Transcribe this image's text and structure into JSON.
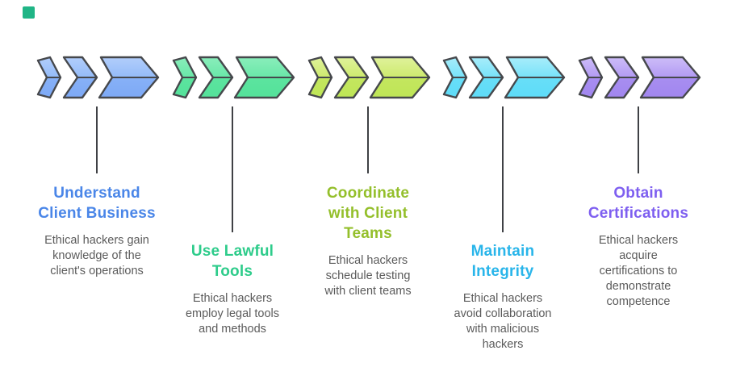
{
  "page": {
    "background": "#ffffff",
    "brand_mark_color": "#20b586",
    "connector_color": "#3f4145",
    "body_text_color": "#5b5b5b"
  },
  "steps": [
    {
      "title": "Understand\nClient Business",
      "description": "Ethical hackers gain\nknowledge of the\nclient's operations",
      "title_color": "#4a86e8",
      "chevron_fill_top": "#b2cefb",
      "chevron_fill_mid_top": "#94bbf8",
      "chevron_fill_mid_bottom": "#87b1f7",
      "chevron_fill_bottom": "#7da9f6",
      "chevron_stroke": "#46484c",
      "position": "high"
    },
    {
      "title": "Use Lawful\nTools",
      "description": "Ethical hackers\nemploy legal tools\nand methods",
      "title_color": "#2ecc8b",
      "chevron_fill_top": "#8aeebb",
      "chevron_fill_mid_top": "#69e7a8",
      "chevron_fill_mid_bottom": "#5ce49f",
      "chevron_fill_bottom": "#54e29a",
      "chevron_stroke": "#46484c",
      "position": "low"
    },
    {
      "title": "Coordinate\nwith Client\nTeams",
      "description": "Ethical hackers\nschedule testing\nwith client teams",
      "title_color": "#94bf2b",
      "chevron_fill_top": "#e0f29b",
      "chevron_fill_mid_top": "#cdea6e",
      "chevron_fill_mid_bottom": "#c4e75f",
      "chevron_fill_bottom": "#bee556",
      "chevron_stroke": "#46484c",
      "position": "high"
    },
    {
      "title": "Maintain\nIntegrity",
      "description": "Ethical hackers\navoid collaboration\nwith malicious\nhackers",
      "title_color": "#29b5ea",
      "chevron_fill_top": "#a8edfb",
      "chevron_fill_mid_top": "#77e2f9",
      "chevron_fill_mid_bottom": "#68def8",
      "chevron_fill_bottom": "#5edcf8",
      "chevron_stroke": "#46484c",
      "position": "low"
    },
    {
      "title": "Obtain\nCertifications",
      "description": "Ethical hackers\nacquire\ncertifications to\ndemonstrate\ncompetence",
      "title_color": "#7e5ff0",
      "chevron_fill_top": "#cdbdf8",
      "chevron_fill_mid_top": "#b29af3",
      "chevron_fill_mid_bottom": "#a88ef1",
      "chevron_fill_bottom": "#a186ef",
      "chevron_stroke": "#46484c",
      "position": "low-none"
    }
  ]
}
